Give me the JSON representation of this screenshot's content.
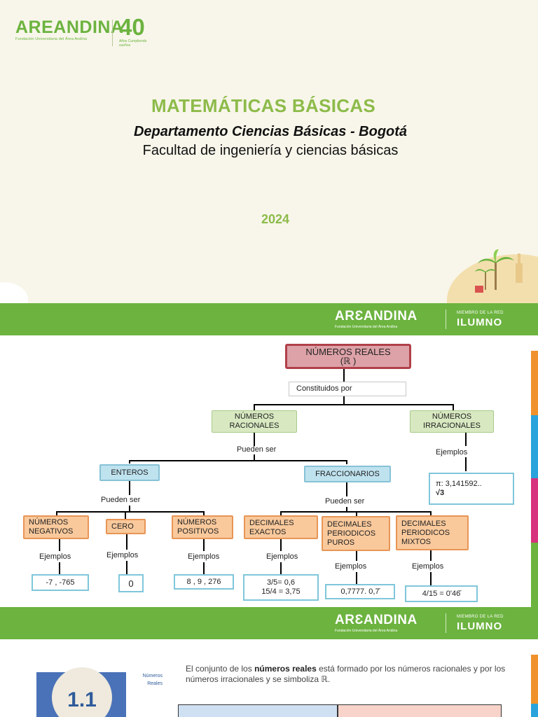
{
  "slide1": {
    "logo_word": "AREANDINA",
    "logo_sub": "Fundación Universitaria del Área Andina",
    "anniv_number": "40",
    "anniv_sub": "Años Cumpliendo sueños",
    "title": "MATEMÁTICAS BÁSICAS",
    "department": "Departamento Ciencias Básicas - Bogotá",
    "faculty": "Facultad de ingeniería y ciencias básicas",
    "year": "2024"
  },
  "brand_bar": {
    "word": "ARƐANDINA",
    "sub": "Fundación Universitaria del Área Andina",
    "member": "MIEMBRO DE LA RED",
    "network": "ILUMNO"
  },
  "mindmap": {
    "root": "NÚMEROS REALES",
    "root_symbol": "(ℝ )",
    "constituted": "Constituidos por",
    "rationals": "NÚMEROS RACIONALES",
    "irrationals": "NÚMEROS IRRACIONALES",
    "can_be": "Pueden ser",
    "examples": "Ejemplos",
    "irr_example_1": "π: 3,141592..",
    "irr_example_2": "√3",
    "integers": "ENTEROS",
    "fractional": "FRACCIONARIOS",
    "neg": "NÚMEROS NEGATIVOS",
    "zero": "CERO",
    "pos": "NÚMEROS POSITIVOS",
    "exact": "DECIMALES EXACTOS",
    "pure": "DECIMALES PERIODICOS PUROS",
    "mixed": "DECIMALES PERIODICOS MIXTOS",
    "neg_ex": "-7  ,  -765",
    "zero_ex": "0",
    "pos_ex": "8  , 9 , 276",
    "exact_ex_1": "3/5= 0,6",
    "exact_ex_2": "15/4 =  3,75",
    "pure_ex": "0,7777. 0,7̄",
    "mixed_ex": "4/15 = 0'46̄"
  },
  "slide3": {
    "side_label_1": "Números",
    "side_label_2": "Reales",
    "text_1": "El conjunto de los ",
    "text_bold": "números reales",
    "text_2": " está formado por los números racionales y por los números irracionales y se simboliza ℝ.",
    "badge": "1.1"
  },
  "colors": {
    "brand_green": "#6cb33f",
    "title_green": "#8dbb4a",
    "stripe_orange": "#f0922b",
    "stripe_blue": "#2aa3dc",
    "stripe_magenta": "#d7327d",
    "stripe_green": "#6cb33f"
  }
}
